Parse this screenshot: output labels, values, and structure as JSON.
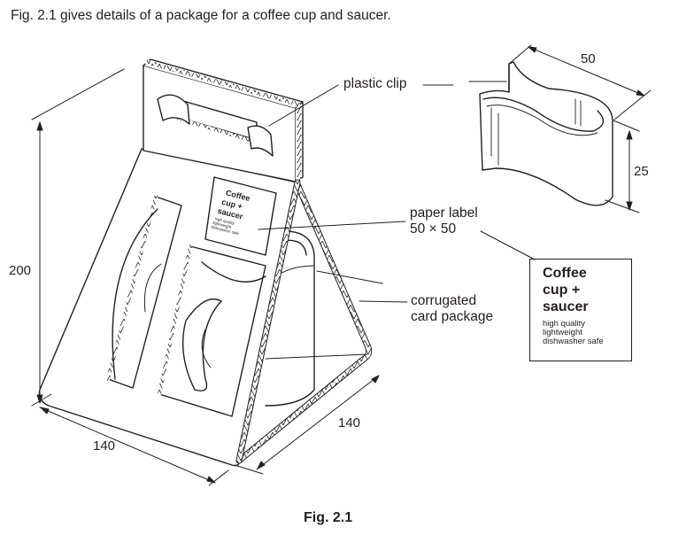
{
  "intro_text": "Fig. 2.1 gives details of a package for a coffee cup and saucer.",
  "caption": "Fig. 2.1",
  "callouts": {
    "plastic_clip": "plastic clip",
    "paper_label_line1": "paper label",
    "paper_label_line2": "50 × 50",
    "card_package_line1": "corrugated",
    "card_package_line2": "card package"
  },
  "dimensions": {
    "height": "200",
    "width_left": "140",
    "depth_right": "140",
    "clip_length": "50",
    "clip_height": "25"
  },
  "label": {
    "title_lines": [
      "Coffee",
      "cup +",
      "saucer"
    ],
    "detail_lines": [
      "high quality",
      "lightweight",
      "dishwasher safe"
    ]
  }
}
